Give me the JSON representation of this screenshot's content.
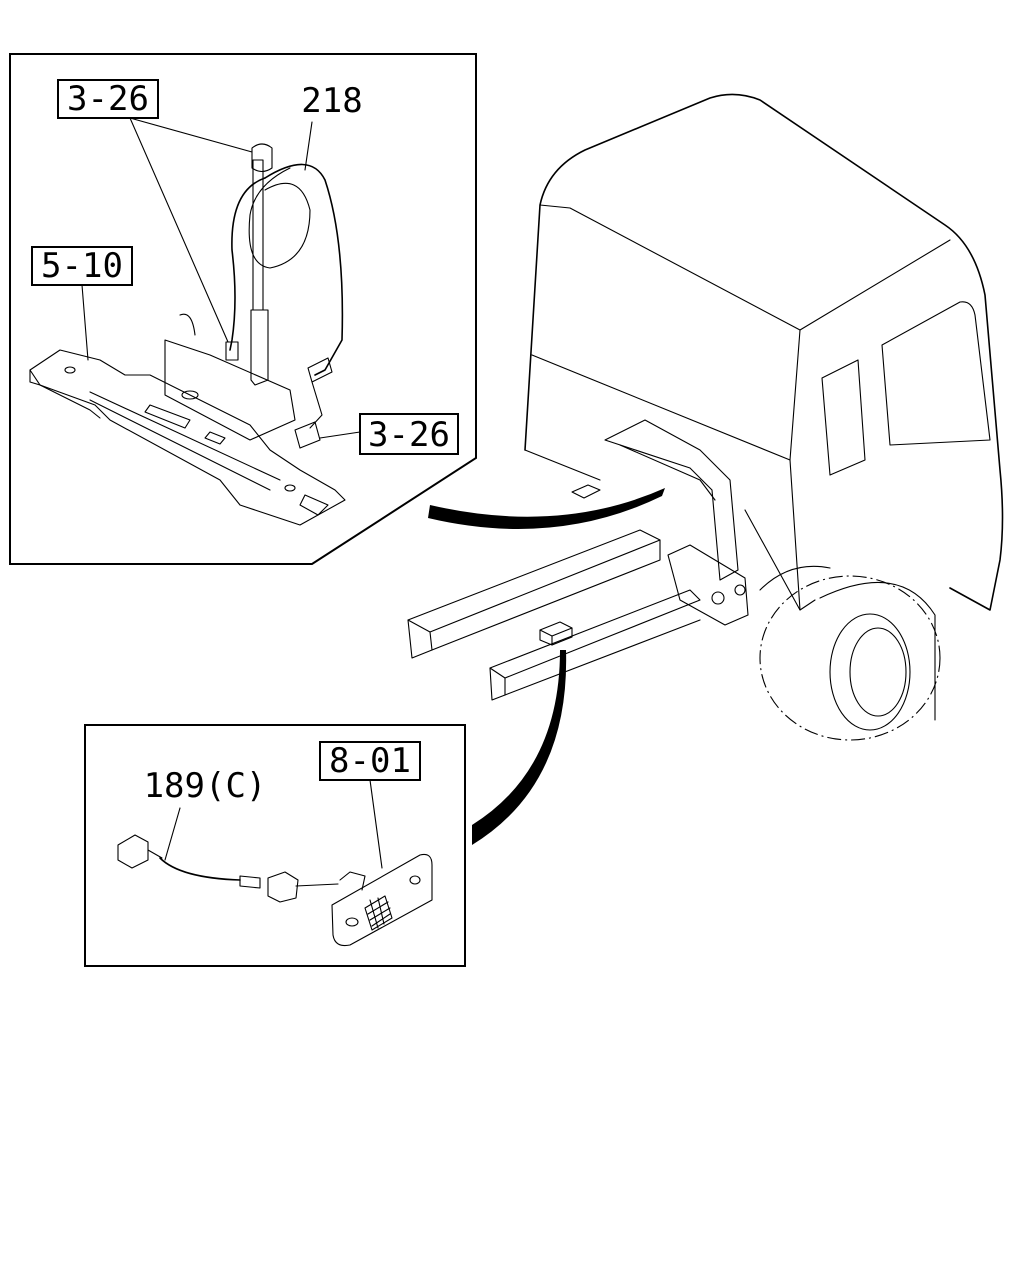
{
  "callouts": {
    "top_left_3_26": "3-26",
    "wire_218": "218",
    "bracket_5_10": "5-10",
    "connector_3_26": "3-26",
    "lamp_8_01": "8-01",
    "harness_189c": "189(C)"
  }
}
